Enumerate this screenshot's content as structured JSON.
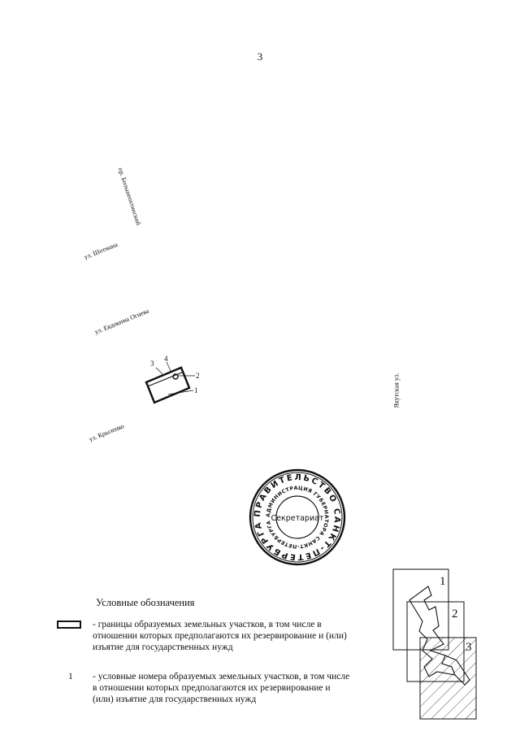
{
  "page_number": "3",
  "streets": {
    "bolsheokhtinsky": "пр. Большеохтинский",
    "shotmana": "ул. Шотмана",
    "evdokimova_ogneva": "ул. Евдокима Огнева",
    "krylenko": "ул. Крыленко",
    "yakutskaya": "Якутская ул."
  },
  "parcel_labels": [
    "3",
    "4",
    "2",
    "1"
  ],
  "stamp": {
    "center_text": "Секретариат",
    "ring_text": "ПРАВИТЕЛЬСТВО САНКТ-ПЕТЕРБУРГА",
    "inner_text": "АДМИНИСТРАЦИЯ ГУБЕРНАТОРА САНКТ-ПЕТЕРБУРГА"
  },
  "legend": {
    "title": "Условные обозначения",
    "items": [
      {
        "symbol": "",
        "text": "- границы образуемых земельных участков, в том числе в отношении которых предполагаются их резервирование и (или) изъятие для государственных нужд"
      },
      {
        "symbol": "1",
        "text": "- условные номера образуемых земельных участков, в том числе в отношении которых предполагаются их резервирование и (или) изъятие для государственных нужд"
      }
    ]
  },
  "index_map": {
    "sheets": [
      "1",
      "2",
      "3"
    ]
  }
}
